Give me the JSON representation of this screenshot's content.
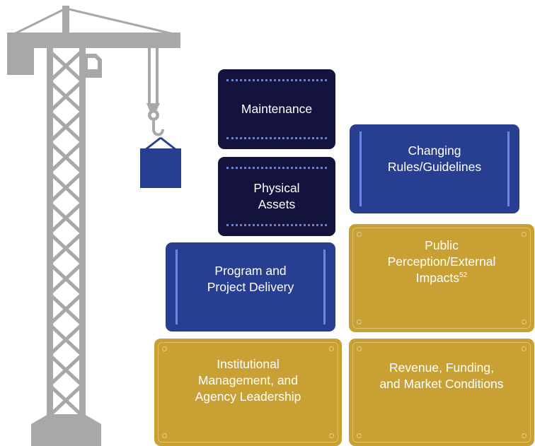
{
  "diagram": {
    "blocks": [
      {
        "id": "maintenance",
        "label": "Maintenance"
      },
      {
        "id": "physical-assets",
        "label": "Physical\nAssets"
      },
      {
        "id": "changing-rules",
        "label": "Changing\nRules/Guidelines"
      },
      {
        "id": "program-delivery",
        "label": "Program and\nProject Delivery"
      },
      {
        "id": "public-perception",
        "label": "Public\nPerception/External\nImpacts",
        "footnote": "52"
      },
      {
        "id": "institutional",
        "label": "Institutional\nManagement, and\nAgency Leadership"
      },
      {
        "id": "revenue",
        "label": "Revenue, Funding,\nand Market Conditions"
      }
    ]
  },
  "colors": {
    "crane": "#a8a8a8",
    "dark_block": "#14133d",
    "blue_block": "#283f91",
    "gold_block": "#c9a034"
  },
  "icons": [
    "crane-icon",
    "hook-icon",
    "hanging-load-icon"
  ]
}
